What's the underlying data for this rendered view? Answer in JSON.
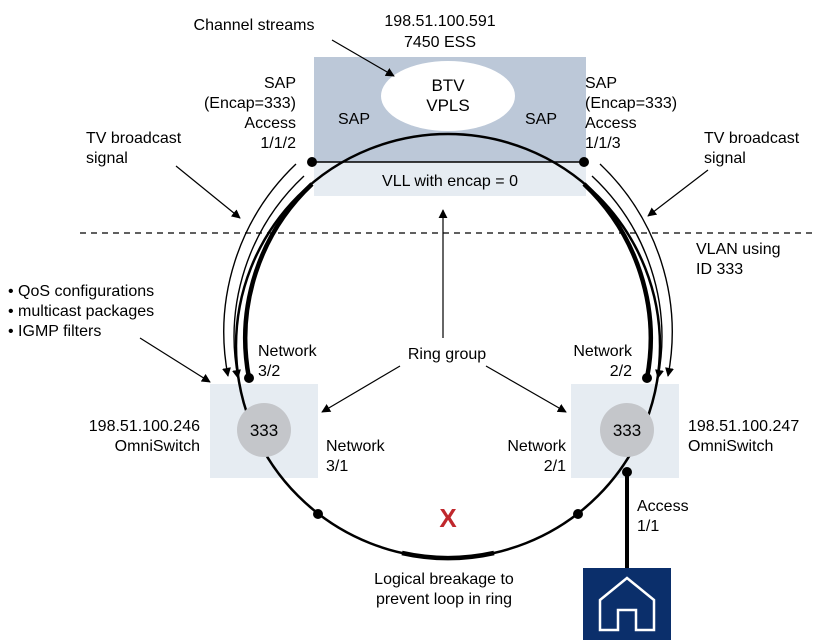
{
  "colors": {
    "panel_fill": "#bcc8d8",
    "panel_light": "#e6ecf2",
    "node_fill": "#c4c6ca",
    "break_mark": "#c0282d",
    "house_fill": "#0b2f6b",
    "line": "#000000"
  },
  "ess": {
    "ip": "198.51.100.591",
    "model": "7450 ESS",
    "channel_streams": "Channel streams",
    "btv_line1": "BTV",
    "btv_line2": "VPLS",
    "sap_left": "SAP",
    "sap_right": "SAP",
    "vll_label": "VLL with encap = 0"
  },
  "left_access": {
    "line1": "SAP",
    "line2": "(Encap=333)",
    "line3": "Access",
    "line4": "1/1/2"
  },
  "right_access": {
    "line1": "SAP",
    "line2": "(Encap=333)",
    "line3": "Access",
    "line4": "1/1/3"
  },
  "tv_left": {
    "line1": "TV broadcast",
    "line2": "signal"
  },
  "tv_right": {
    "line1": "TV broadcast",
    "line2": "signal"
  },
  "vlan": {
    "line1": "VLAN using",
    "line2": "ID 333"
  },
  "features": [
    "• QoS configurations",
    "• multicast packages",
    "• IGMP filters"
  ],
  "ring_group": "Ring group",
  "left_switch": {
    "ip": "198.51.100.246",
    "name": "OmniSwitch",
    "vlan": "333",
    "net_top_1": "Network",
    "net_top_2": "3/2",
    "net_bot_1": "Network",
    "net_bot_2": "3/1"
  },
  "right_switch": {
    "ip": "198.51.100.247",
    "name": "OmniSwitch",
    "vlan": "333",
    "net_top_1": "Network",
    "net_top_2": "2/2",
    "net_bot_1": "Network",
    "net_bot_2": "2/1",
    "access_1": "Access",
    "access_2": "1/1"
  },
  "breakage": {
    "mark": "X",
    "line1": "Logical breakage to",
    "line2": "prevent loop in ring"
  },
  "icons": {
    "house": "house-icon",
    "break": "x-mark-icon"
  }
}
